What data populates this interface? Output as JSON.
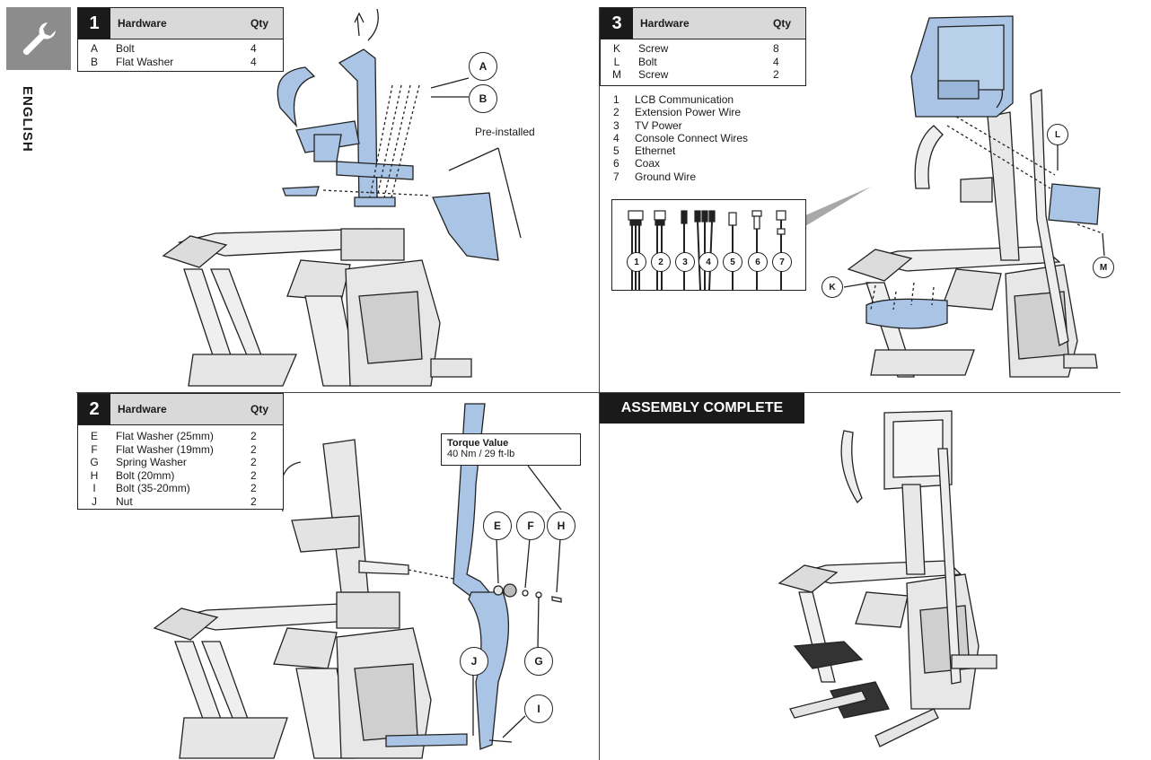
{
  "sidebar": {
    "language": "ENGLISH",
    "icon": "wrench-icon"
  },
  "step1": {
    "number": "1",
    "header": "Hardware",
    "qty_header": "Qty",
    "rows": [
      {
        "id": "A",
        "name": "Bolt",
        "qty": "4"
      },
      {
        "id": "B",
        "name": "Flat Washer",
        "qty": "4"
      }
    ],
    "callouts": {
      "a": "A",
      "b": "B"
    },
    "pre_installed": "Pre-installed"
  },
  "step2": {
    "number": "2",
    "header": "Hardware",
    "qty_header": "Qty",
    "rows": [
      {
        "id": "E",
        "name": "Flat Washer (25mm)",
        "qty": "2"
      },
      {
        "id": "F",
        "name": "Flat Washer (19mm)",
        "qty": "2"
      },
      {
        "id": "G",
        "name": "Spring Washer",
        "qty": "2"
      },
      {
        "id": "H",
        "name": "Bolt (20mm)",
        "qty": "2"
      },
      {
        "id": "I",
        "name": "Bolt (35-20mm)",
        "qty": "2"
      },
      {
        "id": "J",
        "name": "Nut",
        "qty": "2"
      }
    ],
    "torque_title": "Torque Value",
    "torque_value": "40 Nm / 29 ft-lb",
    "callouts": {
      "e": "E",
      "f": "F",
      "h": "H",
      "j": "J",
      "g": "G",
      "i": "I"
    }
  },
  "step3": {
    "number": "3",
    "header": "Hardware",
    "qty_header": "Qty",
    "rows": [
      {
        "id": "K",
        "name": "Screw",
        "qty": "8"
      },
      {
        "id": "L",
        "name": "Bolt",
        "qty": "4"
      },
      {
        "id": "M",
        "name": "Screw",
        "qty": "2"
      }
    ],
    "wires": [
      {
        "n": "1",
        "name": "LCB Communication"
      },
      {
        "n": "2",
        "name": "Extension Power Wire"
      },
      {
        "n": "3",
        "name": "TV Power"
      },
      {
        "n": "4",
        "name": "Console Connect Wires"
      },
      {
        "n": "5",
        "name": "Ethernet"
      },
      {
        "n": "6",
        "name": "Coax"
      },
      {
        "n": "7",
        "name": "Ground Wire"
      }
    ],
    "wire_numbers": [
      "1",
      "2",
      "3",
      "4",
      "5",
      "6",
      "7"
    ],
    "callouts": {
      "k": "K",
      "l": "L",
      "m": "M"
    }
  },
  "complete": {
    "banner": "ASSEMBLY COMPLETE"
  },
  "colors": {
    "accent_blue": "#a9c4e4",
    "dark": "#1a1a1a",
    "header_gray": "#d9d9d9"
  }
}
